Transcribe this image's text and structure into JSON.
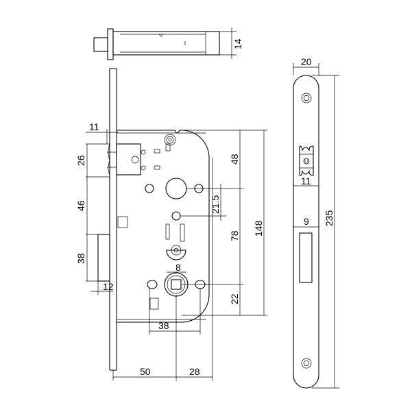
{
  "dimensions": {
    "top_view_thickness": "14",
    "latch_projection": "11",
    "latch_height": "26",
    "latch_to_deadbolt": "46",
    "deadbolt_height": "38",
    "deadbolt_projection": "12",
    "top_to_cylinder": "48",
    "cylinder_to_spindle": "78",
    "spindle_to_bottom": "22",
    "case_height": "148",
    "cylinder_to_hole": "21.5",
    "spindle_square": "8",
    "spindle_to_screw": "38",
    "backset": "50",
    "spindle_to_back": "28",
    "faceplate_width": "20",
    "faceplate_length": "235",
    "latch_opening": "11",
    "deadbolt_opening": "9"
  }
}
